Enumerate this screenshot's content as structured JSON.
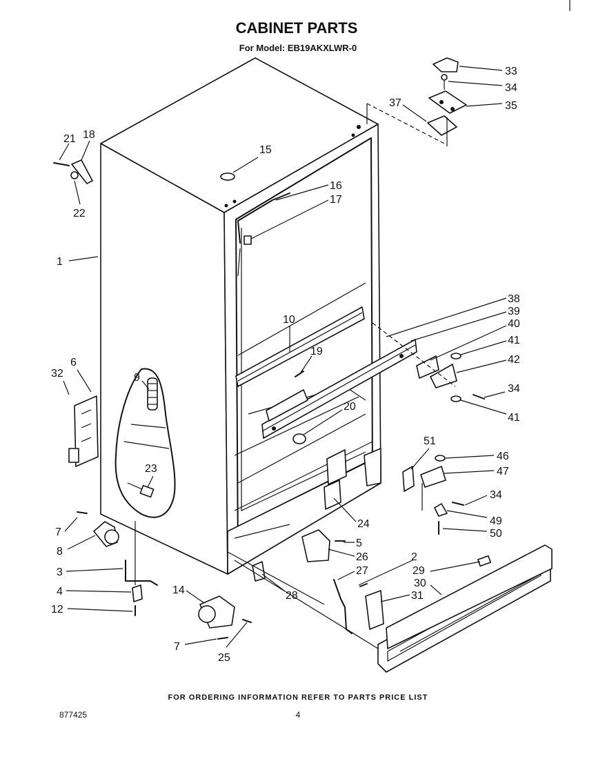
{
  "header": {
    "title": "CABINET PARTS",
    "model": "For Model: EB19AKXLWR-0"
  },
  "footer": {
    "ordering_note": "FOR ORDERING INFORMATION REFER TO PARTS PRICE LIST",
    "doc_number": "877425",
    "page_number": "4"
  },
  "callouts": [
    "1",
    "2",
    "3",
    "4",
    "5",
    "6",
    "7",
    "7",
    "8",
    "9",
    "10",
    "12",
    "14",
    "15",
    "16",
    "17",
    "18",
    "19",
    "20",
    "21",
    "22",
    "23",
    "24",
    "25",
    "26",
    "27",
    "28",
    "29",
    "30",
    "31",
    "32",
    "33",
    "34",
    "34",
    "34",
    "35",
    "37",
    "38",
    "39",
    "40",
    "41",
    "41",
    "42",
    "46",
    "47",
    "49",
    "50",
    "51"
  ]
}
